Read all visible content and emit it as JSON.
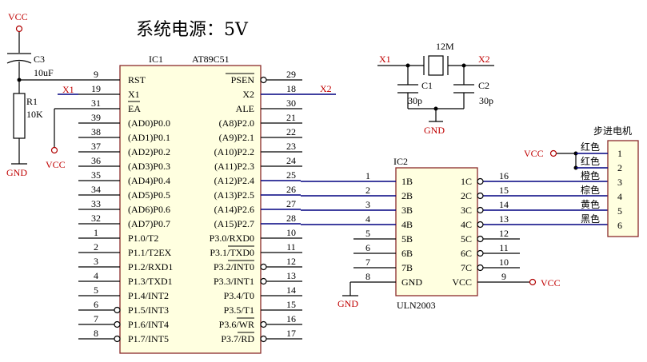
{
  "title": "系统电源：5V",
  "power": {
    "vcc": "VCC",
    "gnd": "GND"
  },
  "c3": {
    "ref": "C3",
    "value": "10uF"
  },
  "r1": {
    "ref": "R1",
    "value": "10K"
  },
  "net": {
    "x1": "X1",
    "x2": "X2"
  },
  "crystal": {
    "value": "12M"
  },
  "c1": {
    "ref": "C1",
    "value": "30p"
  },
  "c2": {
    "ref": "C2",
    "value": "30p"
  },
  "ic1": {
    "ref": "IC1",
    "part": "AT89C51"
  },
  "ic2": {
    "ref": "IC2",
    "part": "ULN2003"
  },
  "motor": {
    "title": "步进电机"
  },
  "ic1_left": [
    {
      "pin": "9",
      "label": "RST"
    },
    {
      "pin": "19",
      "label": "X1"
    },
    {
      "pin": "31",
      "label": "EA"
    },
    {
      "pin": "39",
      "label": "(AD0)P0.0"
    },
    {
      "pin": "38",
      "label": "(AD1)P0.1"
    },
    {
      "pin": "37",
      "label": "(AD2)P0.2"
    },
    {
      "pin": "36",
      "label": "(AD3)P0.3"
    },
    {
      "pin": "35",
      "label": "(AD4)P0.4"
    },
    {
      "pin": "34",
      "label": "(AD5)P0.5"
    },
    {
      "pin": "33",
      "label": "(AD6)P0.6"
    },
    {
      "pin": "32",
      "label": "(AD7)P0.7"
    },
    {
      "pin": "1",
      "label": "P1.0/T2"
    },
    {
      "pin": "2",
      "label": "P1.1/T2EX"
    },
    {
      "pin": "3",
      "label": "P1.2/RXD1"
    },
    {
      "pin": "4",
      "label": "P1.3/TXD1"
    },
    {
      "pin": "5",
      "label": "P1.4/INT2"
    },
    {
      "pin": "6",
      "label": "P1.5/INT3"
    },
    {
      "pin": "7",
      "label": "P1.6/INT4"
    },
    {
      "pin": "8",
      "label": "P1.7/INT5"
    }
  ],
  "ic1_right": [
    {
      "pin": "29",
      "label": "PSEN"
    },
    {
      "pin": "18",
      "label": "X2"
    },
    {
      "pin": "30",
      "label": "ALE"
    },
    {
      "pin": "21",
      "label": "(A8)P2.0"
    },
    {
      "pin": "22",
      "label": "(A9)P2.1"
    },
    {
      "pin": "23",
      "label": "(A10)P2.2"
    },
    {
      "pin": "24",
      "label": "(A11)P2.3"
    },
    {
      "pin": "25",
      "label": "(A12)P2.4"
    },
    {
      "pin": "26",
      "label": "(A13)P2.5"
    },
    {
      "pin": "27",
      "label": "(A14)P2.6"
    },
    {
      "pin": "28",
      "label": "(A15)P2.7"
    },
    {
      "pin": "10",
      "label": "P3.0/RXD0"
    },
    {
      "pin": "11",
      "label": "P3.1/TXD0"
    },
    {
      "pin": "12",
      "label": "P3.2/INT0"
    },
    {
      "pin": "13",
      "label": "P3.3/INT1"
    },
    {
      "pin": "14",
      "label": "P3.4/T0"
    },
    {
      "pin": "15",
      "label": "P3.5/T1"
    },
    {
      "pin": "16",
      "label": "P3.6/WR"
    },
    {
      "pin": "17",
      "label": "P3.7/RD"
    }
  ],
  "ic2_left": [
    {
      "pin": "1",
      "label": "1B"
    },
    {
      "pin": "2",
      "label": "2B"
    },
    {
      "pin": "3",
      "label": "3B"
    },
    {
      "pin": "4",
      "label": "4B"
    },
    {
      "pin": "5",
      "label": "5B"
    },
    {
      "pin": "6",
      "label": "6B"
    },
    {
      "pin": "7",
      "label": "7B"
    },
    {
      "pin": "8",
      "label": "GND"
    }
  ],
  "ic2_right": [
    {
      "pin": "16",
      "label": "1C"
    },
    {
      "pin": "15",
      "label": "2C"
    },
    {
      "pin": "14",
      "label": "3C"
    },
    {
      "pin": "13",
      "label": "4C"
    },
    {
      "pin": "12",
      "label": "5C"
    },
    {
      "pin": "11",
      "label": "6C"
    },
    {
      "pin": "10",
      "label": "7C"
    },
    {
      "pin": "9",
      "label": "VCC"
    }
  ],
  "motor_pins": [
    {
      "num": "1",
      "wire": "红色"
    },
    {
      "num": "2",
      "wire": "红色"
    },
    {
      "num": "3",
      "wire": "橙色"
    },
    {
      "num": "4",
      "wire": "棕色"
    },
    {
      "num": "5",
      "wire": "黄色"
    },
    {
      "num": "6",
      "wire": "黑色"
    }
  ]
}
